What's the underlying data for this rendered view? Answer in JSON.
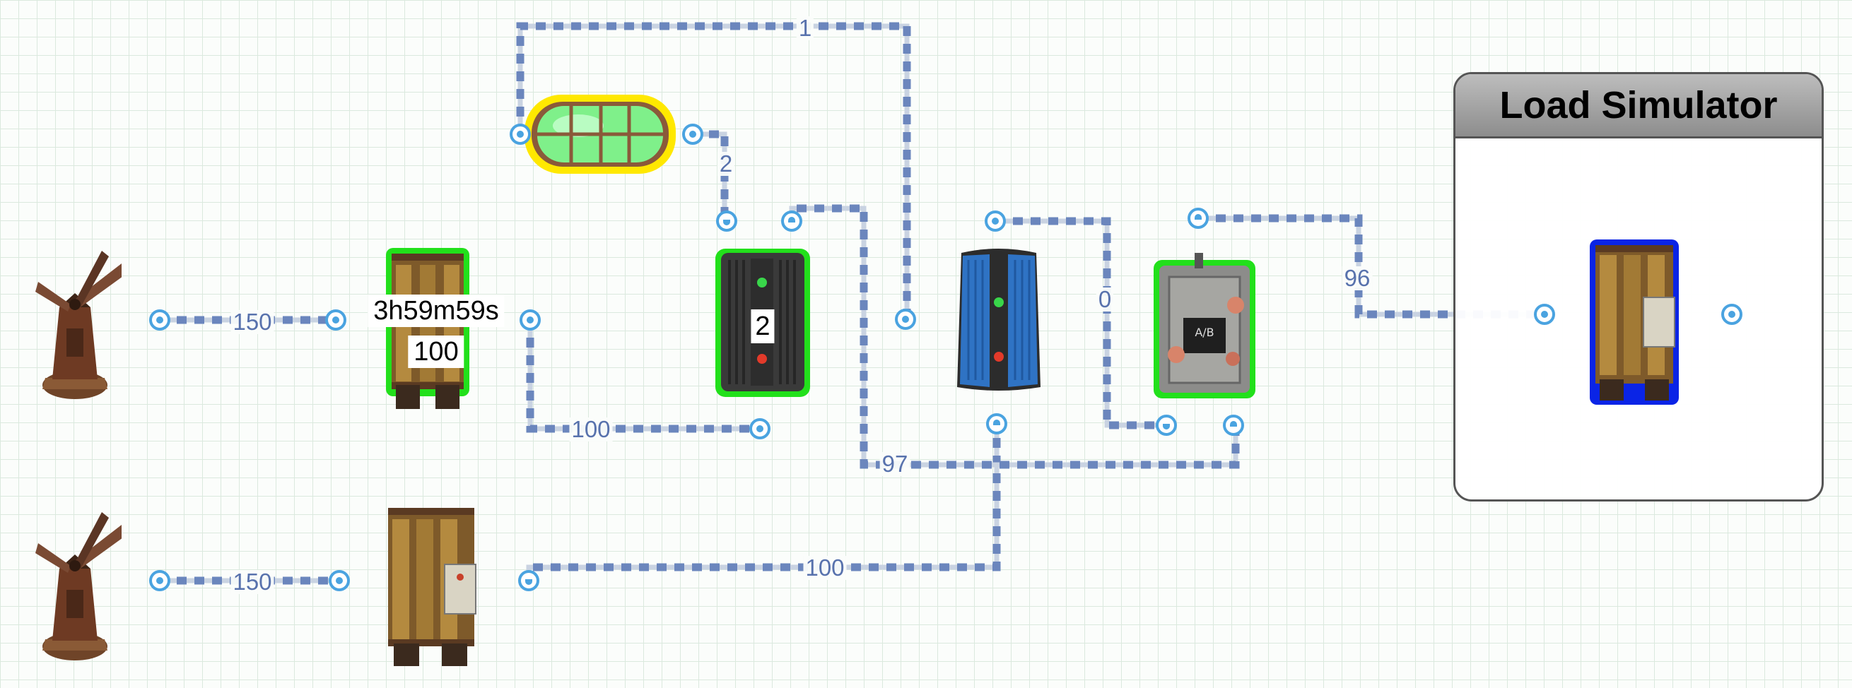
{
  "diagram": {
    "colors": {
      "wire": "#6b86bd",
      "port": "#4aa3e0",
      "selected_green": "#22e01b",
      "selected_blue": "#0a24e6",
      "highlight_yellow": "#ffe800"
    },
    "wire_labels": {
      "wm1_to_battery": "150",
      "wm2_to_battery": "150",
      "battery_to_counter": "100",
      "battery2_to_splitter": "100",
      "light_to_counter": "2",
      "top_loop": "1",
      "splitter_to_switch": "0",
      "counter_to_splitter": "97",
      "switch_to_load": "96"
    },
    "battery_timer": "3h59m59s",
    "battery_output": "100",
    "counter_value": "2",
    "load_simulator_title": "Load Simulator",
    "icons": {
      "windmill_1": "windmill-icon",
      "windmill_2": "windmill-icon",
      "battery_1": "large-battery-icon",
      "battery_2": "large-battery-icon",
      "ceiling_light": "ceiling-light-icon",
      "counter": "power-counter-icon",
      "splitter": "electrical-splitter-icon",
      "switch": "ab-switch-icon",
      "load_battery": "large-battery-icon"
    }
  }
}
